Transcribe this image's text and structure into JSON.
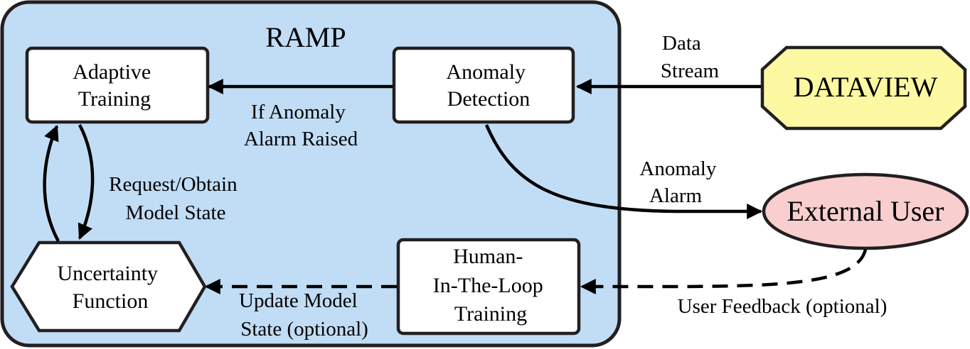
{
  "system": {
    "title": "RAMP"
  },
  "nodes": {
    "adaptive_training": [
      "Adaptive",
      "Training"
    ],
    "anomaly_detection": [
      "Anomaly",
      "Detection"
    ],
    "uncertainty_function": [
      "Uncertainty",
      "Function"
    ],
    "hitl_training": [
      "Human-",
      "In-The-Loop",
      "Training"
    ],
    "dataview": "DATAVIEW",
    "external_user": "External User"
  },
  "edges": {
    "data_stream": [
      "Data",
      "Stream"
    ],
    "if_anomaly": [
      "If Anomaly",
      "Alarm Raised"
    ],
    "request_obtain": [
      "Request/Obtain",
      "Model State"
    ],
    "anomaly_alarm": [
      "Anomaly",
      "Alarm"
    ],
    "update_model": [
      "Update Model",
      "State (optional)"
    ],
    "user_feedback": "User Feedback (optional)"
  },
  "colors": {
    "ramp_fill": "#c1ddf6",
    "dataview_fill": "#fdf9a3",
    "external_user_fill": "#f9cece",
    "node_fill": "#ffffff",
    "stroke": "#231f20"
  }
}
